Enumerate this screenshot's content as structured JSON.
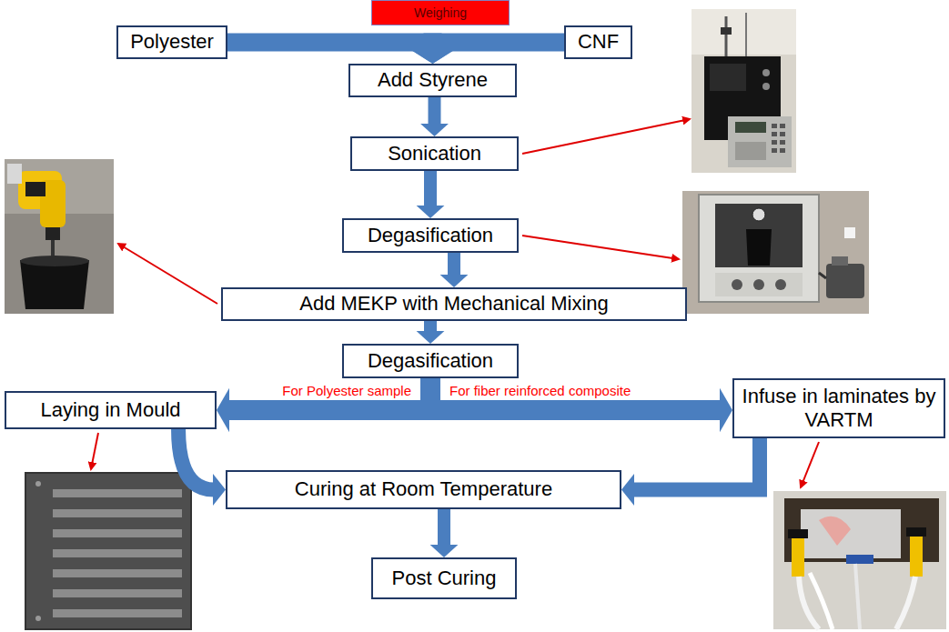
{
  "diagram": {
    "nodes": [
      {
        "text": [
          "Weighing"
        ]
      },
      {
        "text": [
          "Polyester"
        ]
      },
      {
        "text": [
          "CNF"
        ]
      },
      {
        "text": [
          "Add Styrene"
        ]
      },
      {
        "text": [
          "Sonication"
        ]
      },
      {
        "text": [
          "Degasification"
        ]
      },
      {
        "text": [
          "Add MEKP with Mechanical Mixing"
        ]
      },
      {
        "text": [
          "Degasification"
        ]
      },
      {
        "text": [
          "Laying in Mould"
        ]
      },
      {
        "text": [
          "Infuse in laminates by VARTM"
        ]
      },
      {
        "text": [
          "Curing at Room Temperature"
        ]
      },
      {
        "text": [
          "Post Curing"
        ]
      }
    ],
    "edges": [
      {
        "from": 1,
        "to": 3,
        "arrow": "to"
      },
      {
        "from": 2,
        "to": 3,
        "arrow": "to"
      },
      {
        "from": 3,
        "to": 4,
        "arrow": "to"
      },
      {
        "from": 4,
        "to": 5,
        "arrow": "to"
      },
      {
        "from": 5,
        "to": 6,
        "arrow": "to"
      },
      {
        "from": 6,
        "to": 7,
        "arrow": "to"
      },
      {
        "from": 7,
        "to": 8,
        "label": "For Polyester sample",
        "arrow": "to"
      },
      {
        "from": 7,
        "to": 9,
        "label": "For fiber reinforced composite",
        "arrow": "to"
      },
      {
        "from": 8,
        "to": 10,
        "arrow": "to"
      },
      {
        "from": 9,
        "to": 10,
        "arrow": "to"
      },
      {
        "from": 10,
        "to": 11,
        "arrow": "to"
      }
    ]
  }
}
